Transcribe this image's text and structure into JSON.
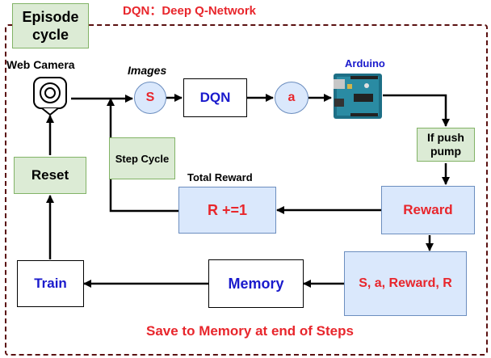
{
  "episode_label": "Episode\ncycle",
  "title": "DQN：Deep Q-Network",
  "web_camera_label": "Web Camera",
  "images_label": "Images",
  "state_node": "S",
  "dqn_node": "DQN",
  "action_node": "a",
  "arduino_label": "Arduino",
  "if_push_label": "If push\npump",
  "reset_label": "Reset",
  "step_cycle_label": "Step Cycle",
  "total_reward_label": "Total Reward",
  "r_increment_label": "R +=1",
  "reward_label": "Reward",
  "tuple_label": "S, a, Reward, R",
  "memory_label": "Memory",
  "train_label": "Train",
  "footer_label": "Save to Memory at end of Steps",
  "colors": {
    "red": "#e8262c",
    "blue": "#1a1acc",
    "green_fill": "#dcebd5",
    "blue_fill": "#dae8fc",
    "dashed_border": "#5a1010"
  }
}
